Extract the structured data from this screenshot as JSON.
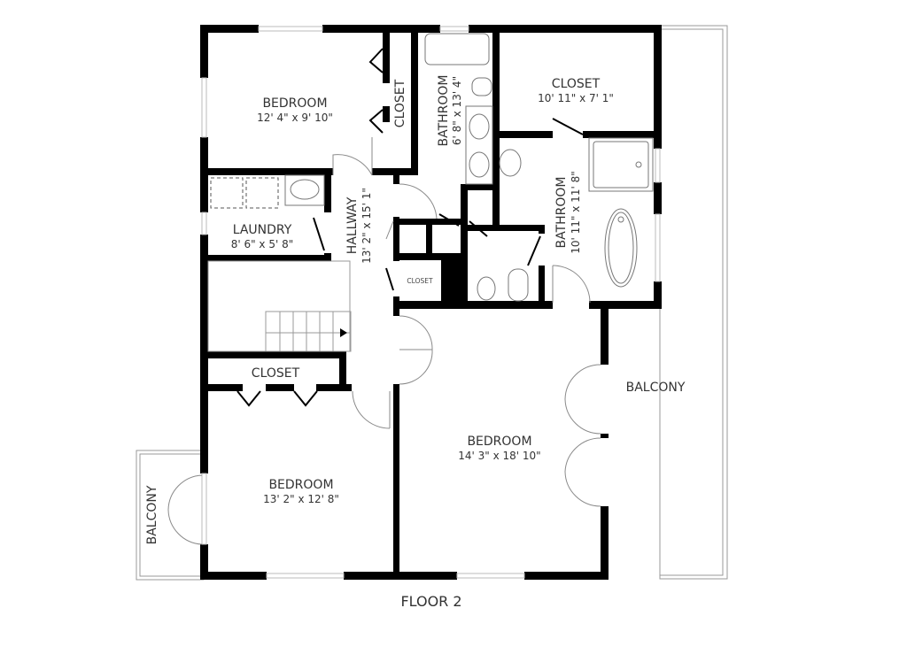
{
  "floor_label": "FLOOR 2",
  "rooms": {
    "bedroom_nw": {
      "name": "BEDROOM",
      "dims": "12' 4\" x 9' 10\""
    },
    "closet_nw": {
      "name": "CLOSET"
    },
    "bathroom_1": {
      "name": "BATHROOM",
      "dims": "6' 8\" x 13' 4\""
    },
    "closet_ne": {
      "name": "CLOSET",
      "dims": "10' 11\" x 7' 1\""
    },
    "bathroom_2": {
      "name": "BATHROOM",
      "dims": "10' 11\" x 11' 8\""
    },
    "laundry": {
      "name": "LAUNDRY",
      "dims": "8' 6\" x 5' 8\""
    },
    "hallway": {
      "name": "HALLWAY",
      "dims": "13' 2\" x 15' 1\""
    },
    "closet_small": {
      "name": "CLOSET"
    },
    "closet_mid": {
      "name": "CLOSET"
    },
    "bedroom_sw": {
      "name": "BEDROOM",
      "dims": "13' 2\" x 12' 8\""
    },
    "bedroom_se": {
      "name": "BEDROOM",
      "dims": "14' 3\" x 18' 10\""
    },
    "balcony_east": {
      "name": "BALCONY"
    },
    "balcony_west": {
      "name": "BALCONY"
    }
  },
  "colors": {
    "wall": "#000000",
    "text": "#333333",
    "fixture": "#777777",
    "background": "#ffffff"
  }
}
